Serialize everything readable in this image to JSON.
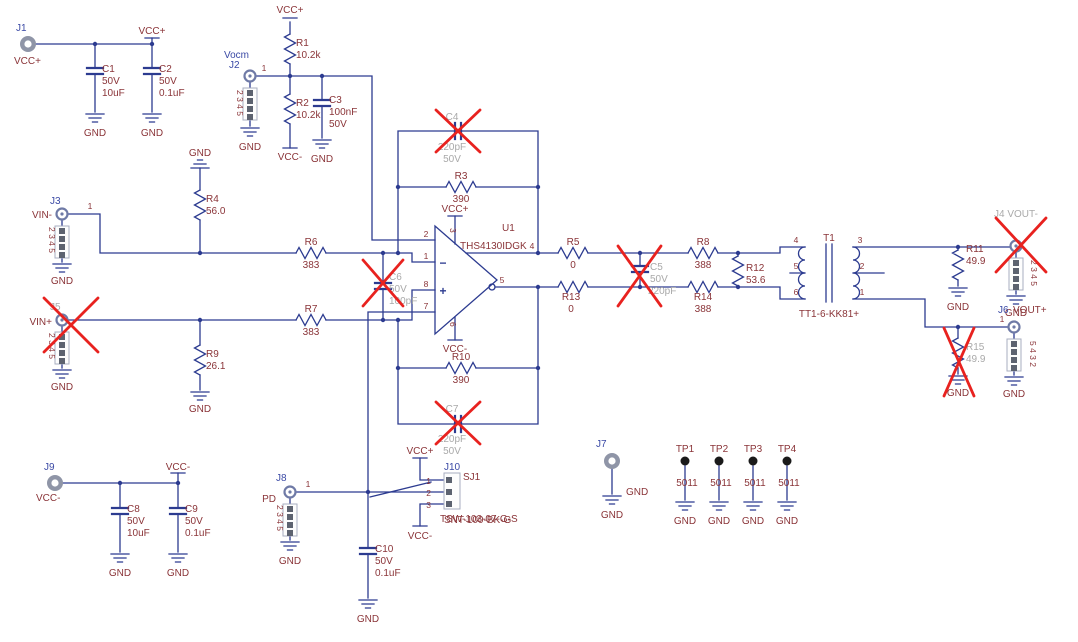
{
  "colors": {
    "wire": "#2c3b90",
    "label_text": "#8a3438",
    "connector_text": "#3a49a5",
    "disabled_text": "#a9a9a9",
    "cross_out": "#e8221f",
    "testpoint": "#1a1a1a"
  },
  "nets": {
    "gnd": "GND",
    "vccp": "VCC+",
    "vccm": "VCC-",
    "vinm": "VIN-",
    "vinp": "VIN+",
    "vocm": "Vocm",
    "pd": "PD",
    "voutp": "VOUT+"
  },
  "pins": {
    "p1": "1",
    "p2": "2",
    "p3": "3",
    "p4": "4",
    "p5": "5",
    "p6": "6",
    "p7": "7",
    "p8": "8",
    "block": "2 3 4 5",
    "block_rev": "5 4 3 2"
  },
  "ic": {
    "ref": "U1",
    "part": "THS4130IDGK",
    "plus": "+",
    "minus": "−"
  },
  "transformer": {
    "ref": "T1",
    "part": "TT1-6-KK81+"
  },
  "connectors": {
    "j1": "J1",
    "j2": "J2",
    "j3": "J3",
    "j5": "J5",
    "j7": "J7",
    "j8": "J8",
    "j9": "J9",
    "j10": "J10",
    "sj1": "SJ1",
    "j4_label": "J4 VOUT-",
    "j6": "J6",
    "header_part": "TSW-103-07-G-S",
    "shunt_part": "SNT-100-BK-G"
  },
  "testpoints": {
    "tp1": "TP1",
    "tp2": "TP2",
    "tp3": "TP3",
    "tp4": "TP4",
    "part": "5011"
  },
  "resistors": {
    "r1": {
      "ref": "R1",
      "val": "10.2k"
    },
    "r2": {
      "ref": "R2",
      "val": "10.2k"
    },
    "r3": {
      "ref": "R3",
      "val": "390"
    },
    "r4": {
      "ref": "R4",
      "val": "56.0"
    },
    "r5": {
      "ref": "R5",
      "val": "0"
    },
    "r6": {
      "ref": "R6",
      "val": "383"
    },
    "r7": {
      "ref": "R7",
      "val": "383"
    },
    "r8": {
      "ref": "R8",
      "val": "388"
    },
    "r9": {
      "ref": "R9",
      "val": "26.1"
    },
    "r10": {
      "ref": "R10",
      "val": "390"
    },
    "r11": {
      "ref": "R11",
      "val": "49.9"
    },
    "r12": {
      "ref": "R12",
      "val": "53.6"
    },
    "r13": {
      "ref": "R13",
      "val": "0"
    },
    "r14": {
      "ref": "R14",
      "val": "388"
    },
    "r15": {
      "ref": "R15",
      "val": "49.9"
    }
  },
  "capacitors": {
    "c1": {
      "ref": "C1",
      "l1": "50V",
      "l2": "10uF"
    },
    "c2": {
      "ref": "C2",
      "l1": "50V",
      "l2": "0.1uF"
    },
    "c3": {
      "ref": "C3",
      "l1": "100nF",
      "l2": "50V"
    },
    "c4": {
      "ref": "C4",
      "l1": "220pF",
      "l2": "50V"
    },
    "c5": {
      "ref": "C5",
      "l1": "50V",
      "l2": "220pF"
    },
    "c6": {
      "ref": "C6",
      "l1": "50V",
      "l2": "100pF"
    },
    "c7": {
      "ref": "C7",
      "l1": "220pF",
      "l2": "50V"
    },
    "c8": {
      "ref": "C8",
      "l1": "50V",
      "l2": "10uF"
    },
    "c9": {
      "ref": "C9",
      "l1": "50V",
      "l2": "0.1uF"
    },
    "c10": {
      "ref": "C10",
      "l1": "50V",
      "l2": "0.1uF"
    }
  }
}
